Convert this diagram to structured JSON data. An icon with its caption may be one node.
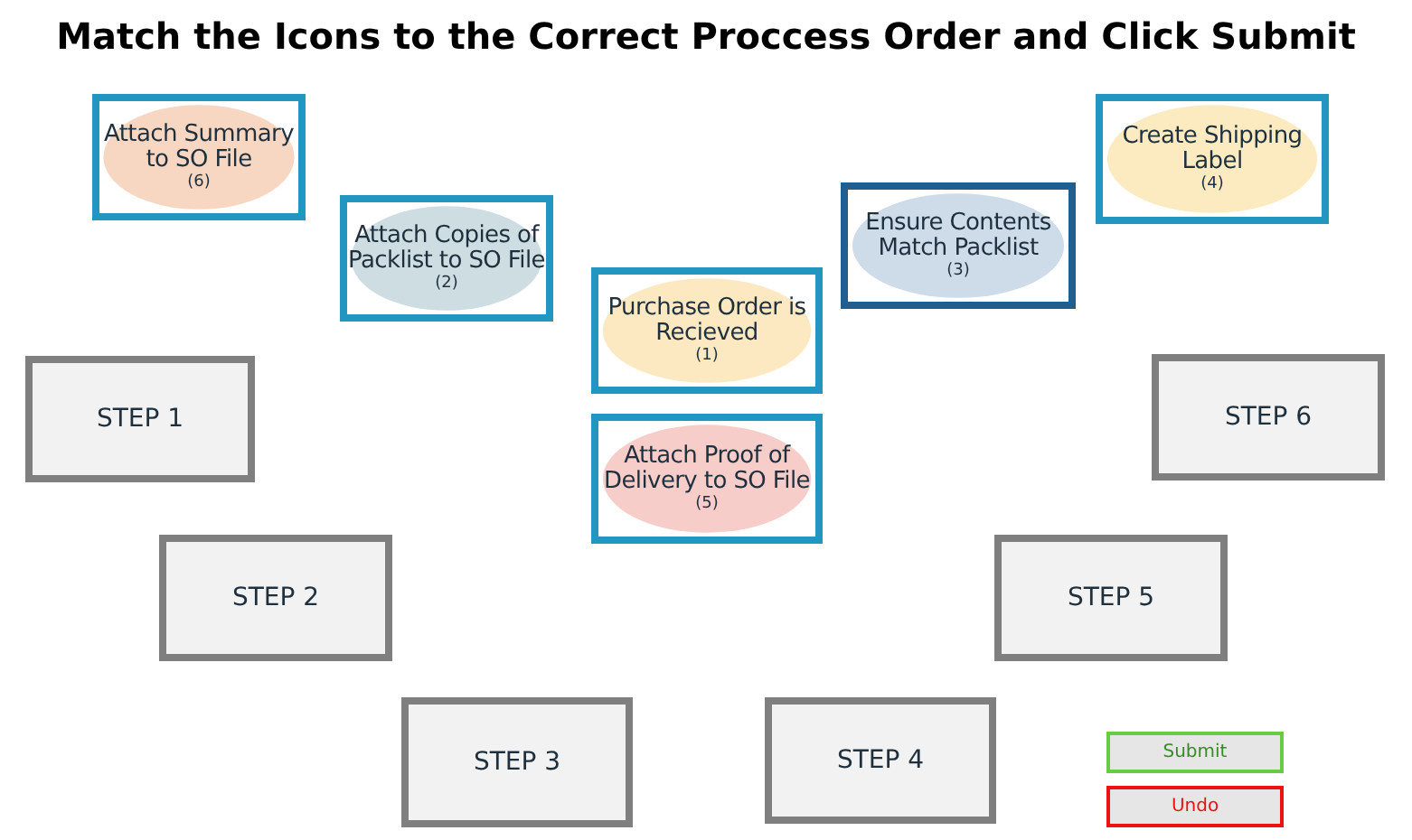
{
  "diagram": {
    "title": "Match the Icons to the Correct Proccess Order and Click Submit",
    "nodes": [
      {
        "text": [
          "Attach Summary to SO File",
          "(6)"
        ]
      },
      {
        "text": [
          "Attach Copies of Packlist to SO File",
          "(2)"
        ]
      },
      {
        "text": [
          "Purchase Order is Recieved",
          "(1)"
        ]
      },
      {
        "text": [
          "Attach Proof of Delivery to SO File",
          "(5)"
        ]
      },
      {
        "text": [
          "Ensure Contents Match Packlist",
          "(3)"
        ]
      },
      {
        "text": [
          "Create Shipping Label",
          "(4)"
        ]
      },
      {
        "text": [
          "STEP 1"
        ]
      },
      {
        "text": [
          "STEP 2"
        ]
      },
      {
        "text": [
          "STEP 3"
        ]
      },
      {
        "text": [
          "STEP 4"
        ]
      },
      {
        "text": [
          "STEP 5"
        ]
      },
      {
        "text": [
          "STEP 6"
        ]
      }
    ],
    "edges": [],
    "labels": [
      "Submit",
      "Undo"
    ]
  }
}
